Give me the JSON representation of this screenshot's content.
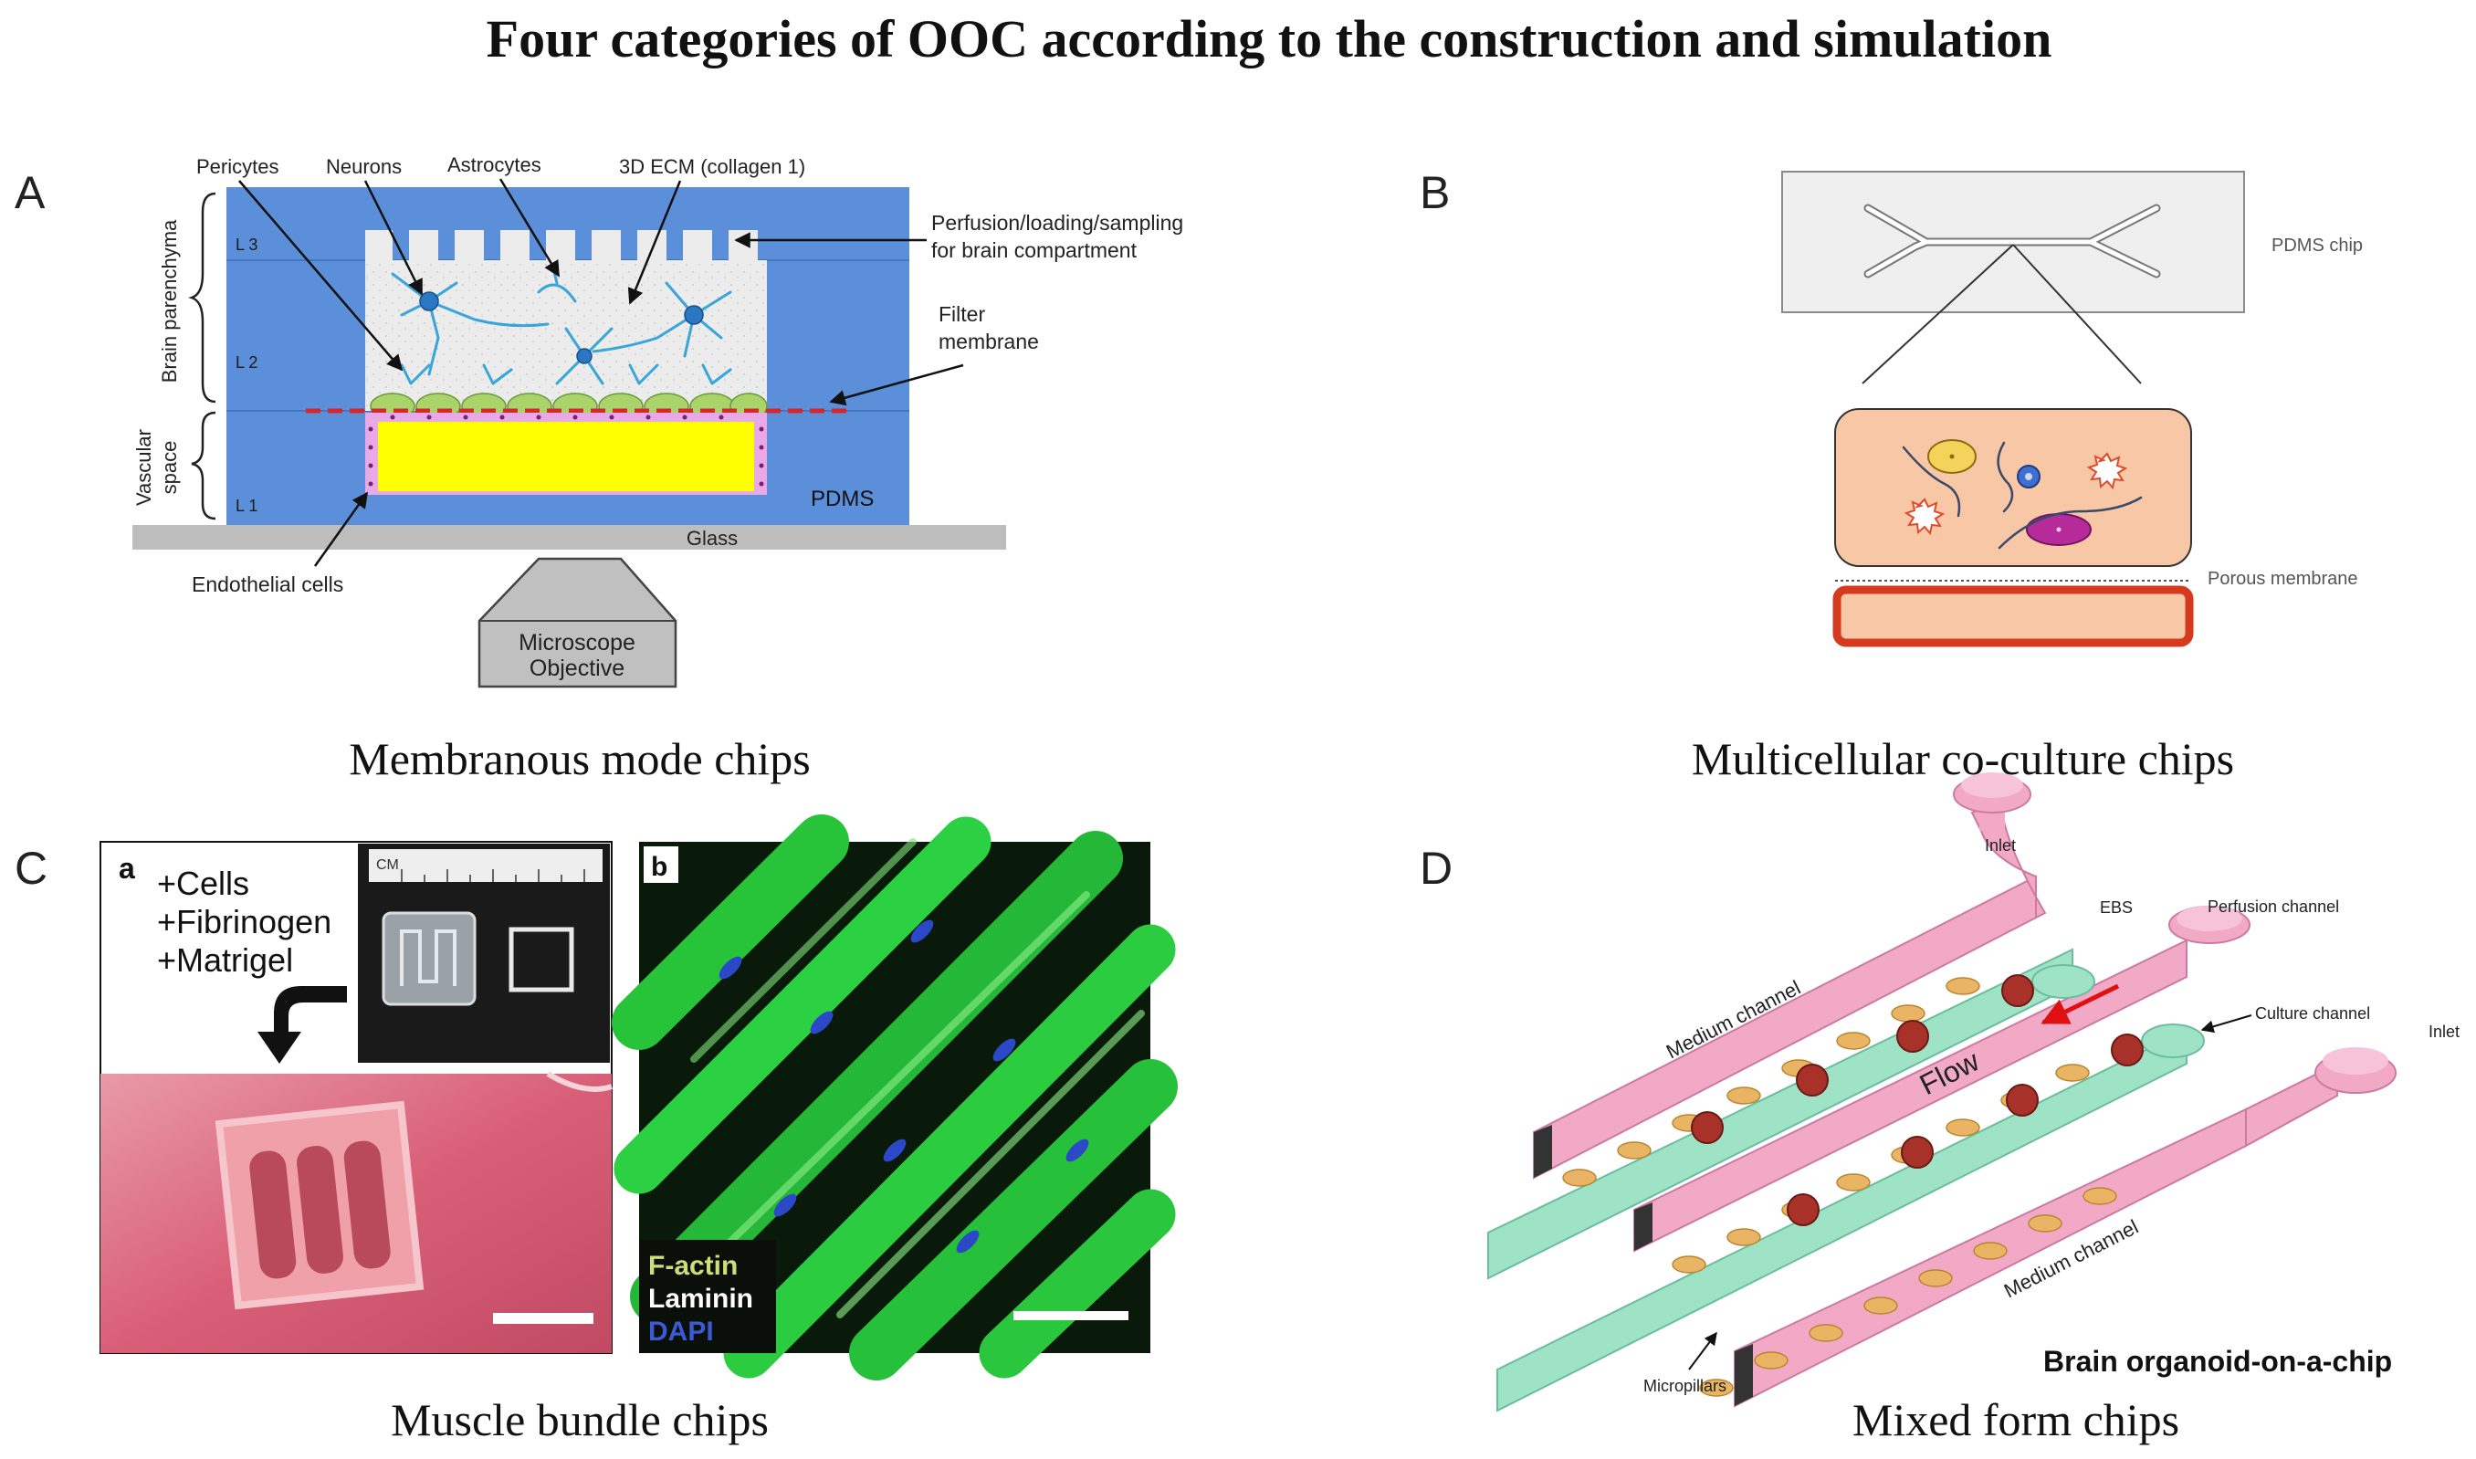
{
  "title": "Four categories of OOC according to the construction and simulation",
  "panels": {
    "A": {
      "letter": "A",
      "caption": "Membranous mode chips",
      "labels": {
        "pericytes": "Pericytes",
        "neurons": "Neurons",
        "astrocytes": "Astrocytes",
        "ecm": "3D ECM (collagen 1)",
        "perfusion_1": "Perfusion/loading/sampling",
        "perfusion_2": "for brain compartment",
        "filter_1": "Filter",
        "filter_2": "membrane",
        "brain_parenchyma": "Brain parenchyma",
        "vascular": "Vascular",
        "space": "space",
        "l3": "L 3",
        "l2": "L 2",
        "l1": "L 1",
        "pdms": "PDMS",
        "glass": "Glass",
        "endothelial": "Endothelial cells",
        "microscope_1": "Microscope",
        "microscope_2": "Objective"
      },
      "colors": {
        "pdms": "#5b8fd9",
        "ecm": "#ececec",
        "vascular": "#ffff00",
        "filter": "#d9262b",
        "glass": "#bdbdbd"
      }
    },
    "B": {
      "letter": "B",
      "caption": "Multicellular co-culture chips",
      "labels": {
        "pdms_chip": "PDMS chip",
        "porous_membrane": "Porous membrane"
      },
      "colors": {
        "chamber": "#f8c7a5",
        "channel_border": "#d63a1e",
        "chip": "#efefef"
      }
    },
    "C": {
      "letter": "C",
      "caption": "Muscle bundle chips",
      "sub_a": {
        "letter": "a",
        "lines": [
          "+Cells",
          "+Fibrinogen",
          "+Matrigel"
        ],
        "ruler": "CM"
      },
      "sub_b": {
        "letter": "b",
        "legend": [
          {
            "label": "F-actin",
            "color": "#c9e07a"
          },
          {
            "label": "Laminin",
            "color": "#ffffff"
          },
          {
            "label": "DAPI",
            "color": "#3b5bd6"
          }
        ]
      }
    },
    "D": {
      "letter": "D",
      "caption": "Mixed form chips",
      "labels": {
        "inlet_top": "Inlet",
        "ebs": "EBS",
        "perfusion_channel": "Perfusion channel",
        "culture_channel": "Culture channel",
        "inlet_right": "Inlet",
        "medium_top": "Medium channel",
        "medium_bottom": "Medium channel",
        "flow": "Flow",
        "micropillars": "Micropillars",
        "brain_organoid": "Brain organoid-on-a-chip"
      },
      "colors": {
        "medium": "#f2a9c6",
        "culture": "#9fe3c6",
        "pillar": "#e9b565",
        "organoid": "#a8322a"
      }
    }
  }
}
